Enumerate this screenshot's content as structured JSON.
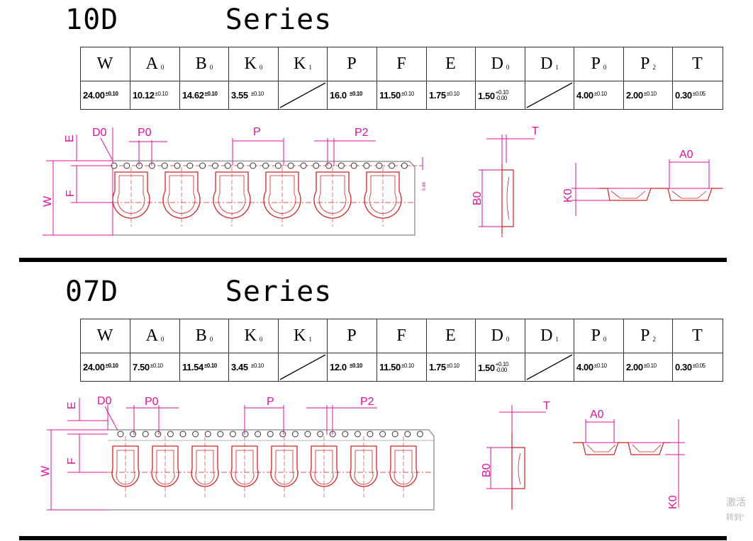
{
  "sections": [
    {
      "title": "10D      Series",
      "headers": [
        {
          "main": "W",
          "sub": ""
        },
        {
          "main": "A",
          "sub": "0"
        },
        {
          "main": "B",
          "sub": "0"
        },
        {
          "main": "K",
          "sub": "0"
        },
        {
          "main": "K",
          "sub": "1"
        },
        {
          "main": "P",
          "sub": ""
        },
        {
          "main": "F",
          "sub": ""
        },
        {
          "main": "E",
          "sub": ""
        },
        {
          "main": "D",
          "sub": "0"
        },
        {
          "main": "D",
          "sub": "1"
        },
        {
          "main": "P",
          "sub": "0"
        },
        {
          "main": "P",
          "sub": "2"
        },
        {
          "main": "T",
          "sub": ""
        }
      ],
      "values": [
        {
          "value": "24.00",
          "tol": "±0.10"
        },
        {
          "value": "10.12",
          "tol": "±0.10"
        },
        {
          "value": "14.62",
          "tol": "±0.10"
        },
        {
          "value": "3.55 ",
          "tol": "±0.10"
        },
        {
          "value": "",
          "tol": ""
        },
        {
          "value": "16.0 ",
          "tol": "±0.10"
        },
        {
          "value": "11.50",
          "tol": "±0.10"
        },
        {
          "value": "1.75",
          "tol": "±0.10"
        },
        {
          "value": "1.50",
          "tol_upper": "+0.10",
          "tol_lower": "-0.00"
        },
        {
          "value": "",
          "tol": ""
        },
        {
          "value": "4.00",
          "tol": "±0.10"
        },
        {
          "value": "2.00",
          "tol": "±0.10"
        },
        {
          "value": "0.30",
          "tol": "±0.05"
        }
      ],
      "dimension_labels": {
        "e": "E",
        "d0": "D0",
        "p0": "P0",
        "p": "P",
        "p2": "P2",
        "w": "W",
        "f": "F",
        "gap": "0.88",
        "t": "T",
        "b0": "B0",
        "a0": "A0",
        "k0": "K0"
      }
    },
    {
      "title": "07D      Series",
      "headers": [
        {
          "main": "W",
          "sub": ""
        },
        {
          "main": "A",
          "sub": "0"
        },
        {
          "main": "B",
          "sub": "0"
        },
        {
          "main": "K",
          "sub": "0"
        },
        {
          "main": "K",
          "sub": "1"
        },
        {
          "main": "P",
          "sub": ""
        },
        {
          "main": "F",
          "sub": ""
        },
        {
          "main": "E",
          "sub": ""
        },
        {
          "main": "D",
          "sub": "0"
        },
        {
          "main": "D",
          "sub": "1"
        },
        {
          "main": "P",
          "sub": "0"
        },
        {
          "main": "P",
          "sub": "2"
        },
        {
          "main": "T",
          "sub": ""
        }
      ],
      "values": [
        {
          "value": "24.00",
          "tol": "±0.10"
        },
        {
          "value": "7.50",
          "tol": "±0.10"
        },
        {
          "value": "11.54",
          "tol": "±0.10"
        },
        {
          "value": "3.45 ",
          "tol": "±0.10"
        },
        {
          "value": "",
          "tol": ""
        },
        {
          "value": "12.0 ",
          "tol": "±0.10"
        },
        {
          "value": "11.50",
          "tol": "±0.10"
        },
        {
          "value": "1.75",
          "tol": "±0.10"
        },
        {
          "value": "1.50",
          "tol_upper": "+0.10",
          "tol_lower": "-0.00"
        },
        {
          "value": "",
          "tol": ""
        },
        {
          "value": "4.00",
          "tol": "±0.10"
        },
        {
          "value": "2.00",
          "tol": "±0.10"
        },
        {
          "value": "0.30",
          "tol": "±0.05"
        }
      ],
      "dimension_labels": {
        "e": "E",
        "d0": "D0",
        "p0": "P0",
        "p": "P",
        "p2": "P2",
        "w": "W",
        "f": "F",
        "t": "T",
        "b0": "B0",
        "a0": "A0",
        "k0": "K0"
      }
    }
  ],
  "watermark": {
    "line1": "激活",
    "line2": "转到“"
  },
  "colors": {
    "dimension": "#e0119b",
    "pocket": "#d22222",
    "tape": "#8a8a8a",
    "text": "#000000"
  }
}
